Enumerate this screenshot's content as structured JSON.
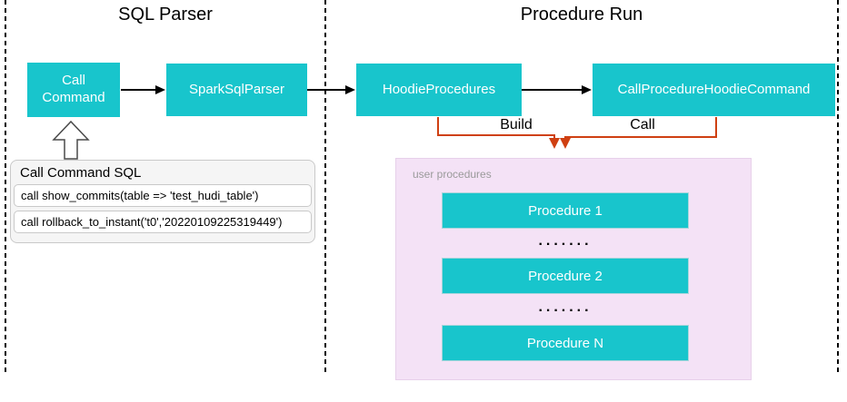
{
  "colors": {
    "teal": "#18c5cc",
    "orange": "#cf4012",
    "line": "#000000",
    "pink_bg": "#f4e2f6",
    "pink_border": "#e7d0ea",
    "proc_border": "#a8d5db",
    "gray_text": "#9a9a9a",
    "table_bg": "#f5f5f5",
    "table_border": "#c9c9c9"
  },
  "sections": {
    "sql_parser": {
      "title": "SQL Parser"
    },
    "procedure_run": {
      "title": "Procedure Run"
    }
  },
  "nodes": {
    "call_command": {
      "label": "Call Command"
    },
    "spark_sql_parser": {
      "label": "SparkSqlParser"
    },
    "hoodie_procedures": {
      "label": "HoodieProcedures"
    },
    "call_procedure_hoodie_command": {
      "label": "CallProcedureHoodieCommand"
    }
  },
  "edges": {
    "build_label": "Build",
    "call_label": "Call"
  },
  "sql_table": {
    "header": "Call Command SQL",
    "rows": [
      "call show_commits(table => 'test_hudi_table')",
      "call rollback_to_instant('t0','20220109225319449')"
    ]
  },
  "user_procedures": {
    "label": "user procedures",
    "items": [
      {
        "label": "Procedure 1"
      },
      {
        "label": "Procedure 2"
      },
      {
        "label": "Procedure N"
      }
    ],
    "ellipsis": "......."
  }
}
